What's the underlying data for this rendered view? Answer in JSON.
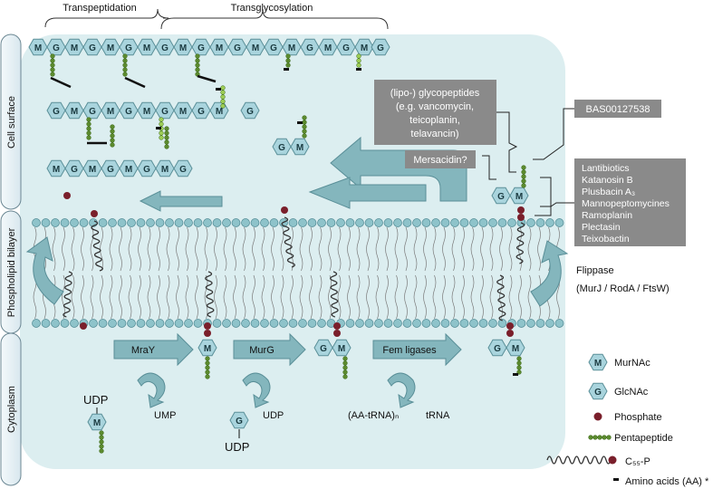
{
  "top_labels": {
    "transpeptidation": "Transpeptidation",
    "transglycosylation": "Transglycosylation"
  },
  "side_labels": {
    "cell_surface": "Cell surface",
    "phospholipid_bilayer": "Phospholipid bilayer",
    "cytoplasm": "Cytoplasm"
  },
  "sugar_letters": {
    "murnac": "M",
    "glcnac": "G"
  },
  "inhibitor_boxes": {
    "glycopeptides": [
      "(lipo-) glycopeptides",
      "(e.g. vancomycin,",
      "teicoplanin,",
      "telavancin)"
    ],
    "mersacidin": "Mersacidin?",
    "bas": "BAS00127538",
    "lantibiotics_list": [
      "Lantibiotics",
      "Katanosin B",
      "Plusbacin A₃",
      "Mannopeptomycines",
      "Ramoplanin",
      "Plectasin",
      "Teixobactin"
    ]
  },
  "flippase": {
    "title": "Flippase",
    "proteins": "(MurJ / RodA / FtsW)"
  },
  "enzymes": {
    "mray": "MraY",
    "murg": "MurG",
    "fem": "Fem ligases"
  },
  "substrates": {
    "udp_top": "UDP",
    "ump": "UMP",
    "udp_mid": "UDP",
    "udp_bottom": "UDP",
    "aa_trna": "(AA-tRNA)ₙ",
    "trna": "tRNA"
  },
  "legend": {
    "murnac": "MurNAc",
    "glcnac": "GlcNAc",
    "phosphate": "Phosphate",
    "pentapeptide": "Pentapeptide",
    "c55p": "C₅₅-P",
    "amino_acids": "Amino acids (AA) *"
  },
  "colors": {
    "cell_fill": "#dceef0",
    "sugar_fill": "#a9d4dd",
    "sugar_stroke": "#5a8f98",
    "arrow_fill": "#84b6bd",
    "box_fill": "#8a8a8a",
    "phosphate": "#7a1f2b",
    "pentapeptide": "#5b8a2e",
    "pentapeptide_light": "#9ccc55",
    "head_fill": "#8ec3ca",
    "side_fill": "#ecf4f7"
  }
}
